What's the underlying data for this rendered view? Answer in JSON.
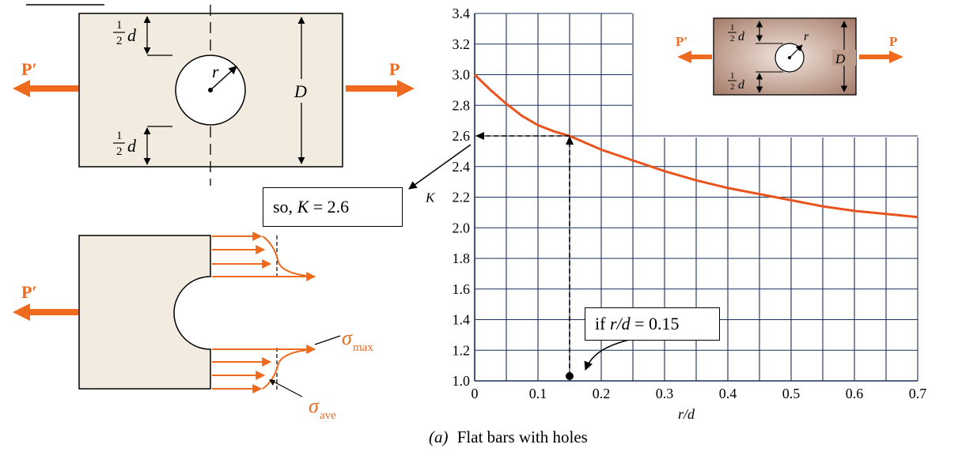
{
  "caption": {
    "prefix": "(a)",
    "text": "Flat bars with holes"
  },
  "callouts": {
    "k_result": {
      "prefix": "so, ",
      "var": "K",
      "rest": " = 2.6"
    },
    "rd_given": {
      "prefix": "if ",
      "var": "r/d",
      "rest": " = 0.15"
    }
  },
  "diagrams": {
    "top_left": {
      "load_left": "P′",
      "load_right": "P",
      "radius_label": "r",
      "width_label": "D",
      "half_d_num": "1",
      "half_d_den": "2",
      "half_d_var": "d"
    },
    "bottom_left": {
      "load_left": "P′",
      "sigma": "σ",
      "max_sub": "max",
      "ave_sub": "ave"
    },
    "inset": {
      "load_left": "P′",
      "load_right": "P",
      "radius_label": "r",
      "width_label": "D",
      "half_d_num": "1",
      "half_d_den": "2",
      "half_d_var": "d"
    }
  },
  "colors": {
    "accent": "#ee6a1e",
    "plate": "#f2ebe0",
    "inset_plate": "#c9a898",
    "grid": "#1a2f5a",
    "curve": "#e8541c"
  },
  "chart_data": {
    "type": "line",
    "title": "",
    "xlabel": "r/d",
    "ylabel": "K",
    "xlim": [
      0,
      0.7
    ],
    "ylim": [
      1.0,
      3.4
    ],
    "xticks": [
      "0",
      "0.1",
      "0.2",
      "0.3",
      "0.4",
      "0.5",
      "0.6",
      "0.7"
    ],
    "yticks": [
      "1.0",
      "1.2",
      "1.4",
      "1.6",
      "1.8",
      "2.0",
      "2.2",
      "2.4",
      "2.6",
      "2.8",
      "3.0",
      "3.2",
      "3.4"
    ],
    "grid": true,
    "series": [
      {
        "x": [
          0,
          0.025,
          0.05,
          0.075,
          0.1,
          0.125,
          0.15,
          0.2,
          0.25,
          0.3,
          0.35,
          0.4,
          0.45,
          0.5,
          0.55,
          0.6,
          0.65,
          0.7
        ],
        "y": [
          3.0,
          2.9,
          2.81,
          2.73,
          2.67,
          2.63,
          2.6,
          2.51,
          2.44,
          2.37,
          2.31,
          2.26,
          2.22,
          2.18,
          2.14,
          2.11,
          2.09,
          2.07
        ]
      }
    ],
    "annotation": {
      "x": 0.15,
      "y": 2.6
    }
  }
}
